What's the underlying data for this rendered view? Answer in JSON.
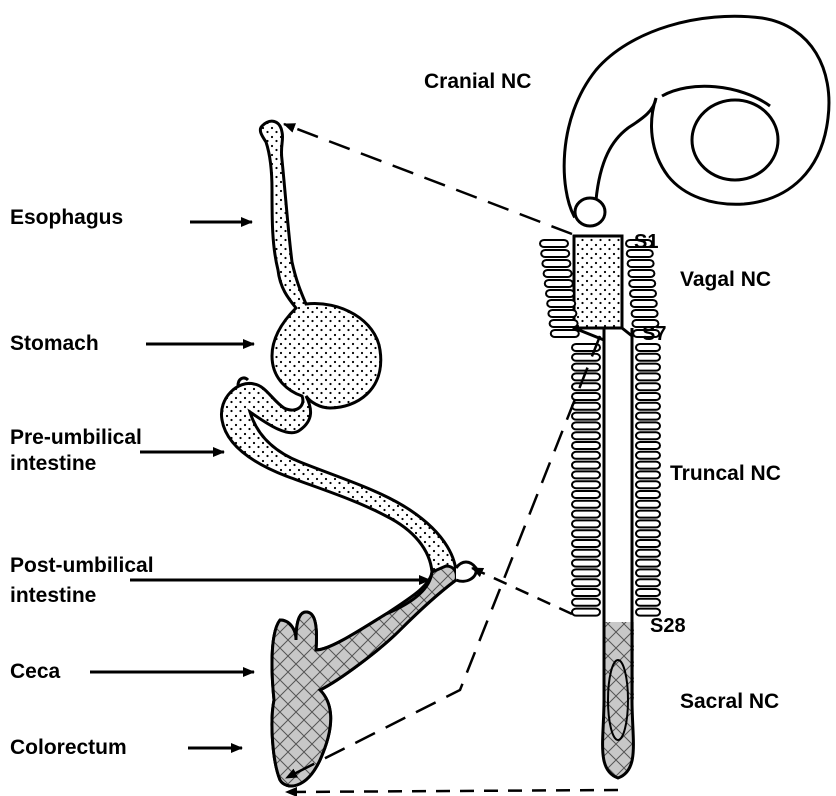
{
  "gut_labels": {
    "esophagus": "Esophagus",
    "stomach": "Stomach",
    "pre_umbilical_line1": "Pre-umbilical",
    "pre_umbilical_line2": "intestine",
    "post_umbilical_line1": "Post-umbilical",
    "post_umbilical_line2": "intestine",
    "ceca": "Ceca",
    "colorectum": "Colorectum"
  },
  "nc_labels": {
    "cranial": "Cranial NC",
    "vagal": "Vagal NC",
    "truncal": "Truncal NC",
    "sacral": "Sacral NC"
  },
  "somite_labels": {
    "s1": "S1",
    "s7": "S7",
    "s28": "S28"
  },
  "colors": {
    "line": "#000000",
    "stipple_fill": "#e6e6e6",
    "crosshatch_fill": "#c8c8c8",
    "background": "#ffffff"
  }
}
